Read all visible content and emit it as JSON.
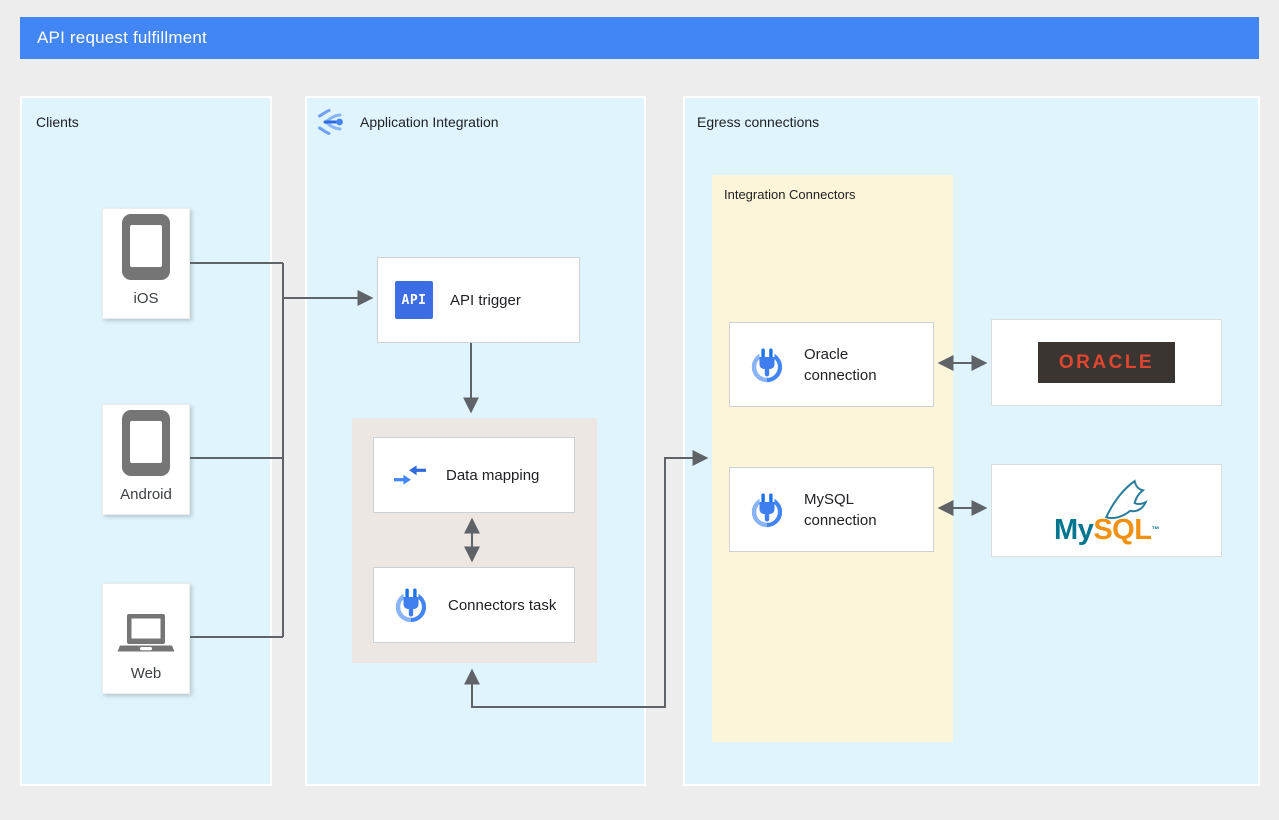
{
  "header": {
    "title": "API request fulfillment"
  },
  "panels": {
    "clients": {
      "title": "Clients",
      "cards": [
        {
          "label": "iOS",
          "icon": "phone-icon"
        },
        {
          "label": "Android",
          "icon": "phone-icon"
        },
        {
          "label": "Web",
          "icon": "laptop-icon"
        }
      ]
    },
    "application_integration": {
      "title": "Application Integration",
      "icon": "application-integration-icon",
      "nodes": {
        "api_trigger": {
          "label": "API trigger",
          "icon_text": "API",
          "icon": "api-trigger-icon"
        },
        "data_mapping": {
          "label": "Data mapping",
          "icon": "data-mapping-icon"
        },
        "connectors_task": {
          "label": "Connectors task",
          "icon": "connectors-icon"
        }
      }
    },
    "egress": {
      "title": "Egress connections",
      "integration_connectors": {
        "label": "Integration Connectors",
        "connections": [
          {
            "label": "Oracle connection",
            "icon": "connectors-icon"
          },
          {
            "label": "MySQL connection",
            "icon": "connectors-icon"
          }
        ]
      },
      "targets": {
        "oracle": {
          "logo_text": "ORACLE"
        },
        "mysql": {
          "logo_my": "My",
          "logo_sql": "SQL",
          "trademark": "™"
        }
      }
    }
  },
  "colors": {
    "header_bg": "#4285f4",
    "panel_bg": "#dff4fd",
    "integration_connectors_bg": "#fdf5d9",
    "task_group_bg": "#ece7e3",
    "wire": "#5f6368",
    "api_icon_bg": "#3d6de4",
    "oracle_red": "#e0462f",
    "oracle_dark": "#3a3531",
    "mysql_teal": "#00758f",
    "mysql_orange": "#f29111"
  }
}
